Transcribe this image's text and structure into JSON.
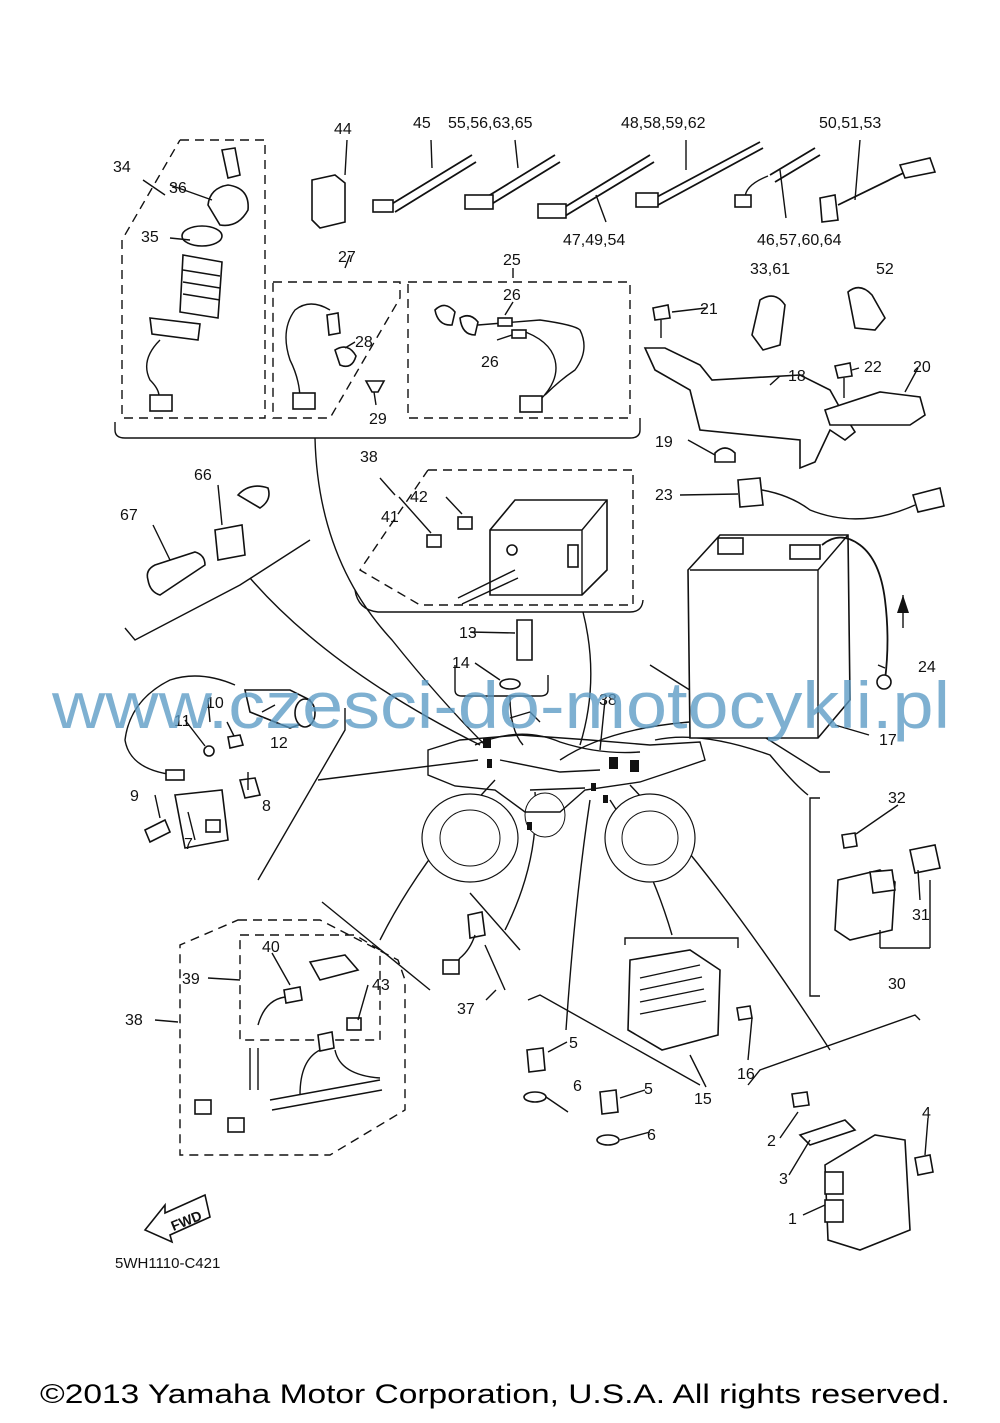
{
  "diagram_code": "5WH1110-C421",
  "watermark": "www.czesci-do-motocykli.pl",
  "copyright": "©2013 Yamaha Motor Corporation, U.S.A. All rights reserved.",
  "fwd_label": "FWD",
  "callouts": {
    "c1": "1",
    "c2": "2",
    "c3": "3",
    "c4": "4",
    "c5a": "5",
    "c5b": "5",
    "c6a": "6",
    "c6b": "6",
    "c7": "7",
    "c8": "8",
    "c9": "9",
    "c10": "10",
    "c11": "11",
    "c12": "12",
    "c13": "13",
    "c14": "14",
    "c15": "15",
    "c16": "16",
    "c17": "17",
    "c18": "18",
    "c19": "19",
    "c20": "20",
    "c21": "21",
    "c22": "22",
    "c23": "23",
    "c24": "24",
    "c25": "25",
    "c26a": "26",
    "c26b": "26",
    "c27": "27",
    "c28": "28",
    "c29": "29",
    "c30": "30",
    "c31": "31",
    "c32": "32",
    "c33": "33,61",
    "c34": "34",
    "c35": "35",
    "c36": "36",
    "c37": "37",
    "c38a": "38",
    "c38b": "38",
    "c38c": "38",
    "c39": "39",
    "c40": "40",
    "c41": "41",
    "c42": "42",
    "c43": "43",
    "c44": "44",
    "c45": "45",
    "c55": "55,56,63,65",
    "c48": "48,58,59,62",
    "c50": "50,51,53",
    "c47": "47,49,54",
    "c46": "46,57,60,64",
    "c52": "52",
    "c66": "66",
    "c67": "67"
  }
}
